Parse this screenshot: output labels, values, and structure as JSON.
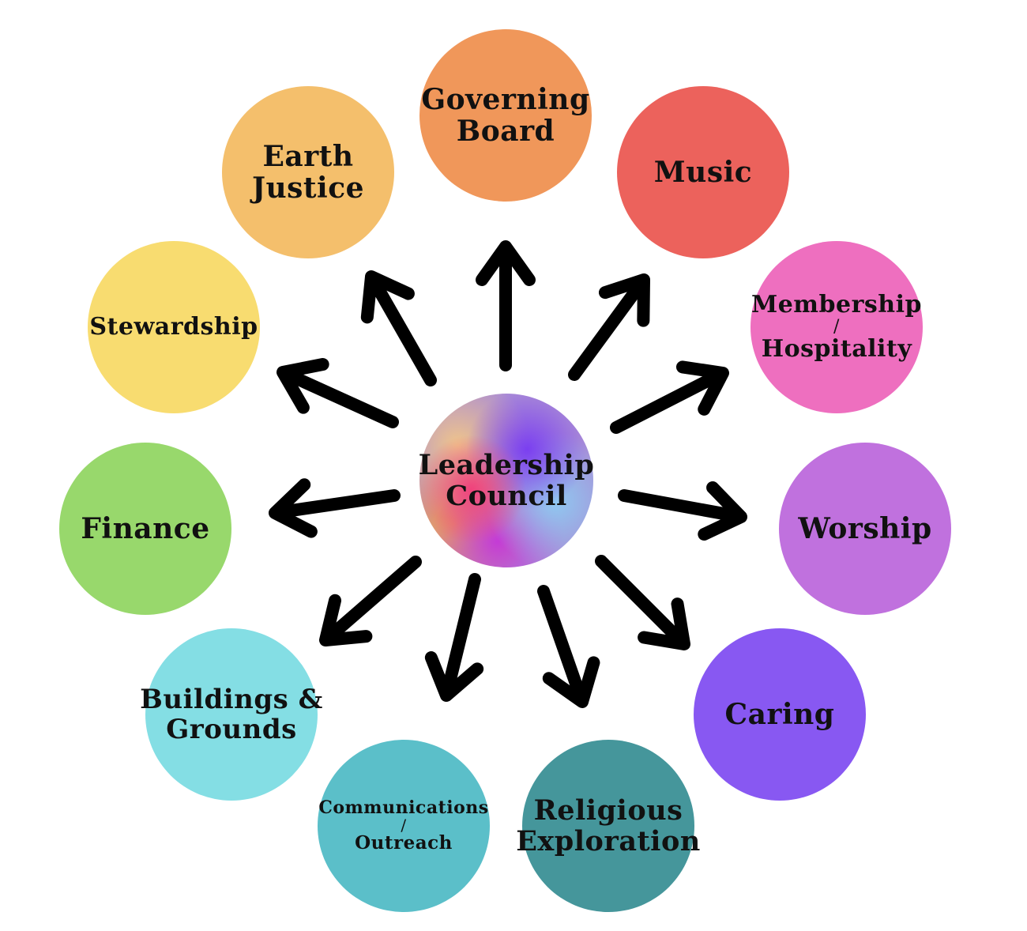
{
  "diagram": {
    "center": {
      "lines": [
        "Leadership",
        "Council"
      ]
    },
    "nodes": [
      {
        "id": "governing-board",
        "lines": [
          "Governing",
          "Board"
        ],
        "color": "#f0975a"
      },
      {
        "id": "music",
        "lines": [
          "Music"
        ],
        "color": "#ec625c"
      },
      {
        "id": "membership-hospitality",
        "lines": [
          "Membership",
          "/",
          "Hospitality"
        ],
        "color": "#ee6fbf"
      },
      {
        "id": "worship",
        "lines": [
          "Worship"
        ],
        "color": "#c071de"
      },
      {
        "id": "caring",
        "lines": [
          "Caring"
        ],
        "color": "#8858f2"
      },
      {
        "id": "religious-exploration",
        "lines": [
          "Religious",
          "Exploration"
        ],
        "color": "#45969b"
      },
      {
        "id": "communications-outreach",
        "lines": [
          "Communications",
          "/",
          "Outreach"
        ],
        "color": "#5bbfc9"
      },
      {
        "id": "buildings-grounds",
        "lines": [
          "Buildings &",
          "Grounds"
        ],
        "color": "#84dee4"
      },
      {
        "id": "finance",
        "lines": [
          "Finance"
        ],
        "color": "#98d86c"
      },
      {
        "id": "stewardship",
        "lines": [
          "Stewardship"
        ],
        "color": "#f8dc70"
      },
      {
        "id": "earth-justice",
        "lines": [
          "Earth",
          "Justice"
        ],
        "color": "#f4bf6c"
      }
    ],
    "arrow_color": "#000000"
  }
}
